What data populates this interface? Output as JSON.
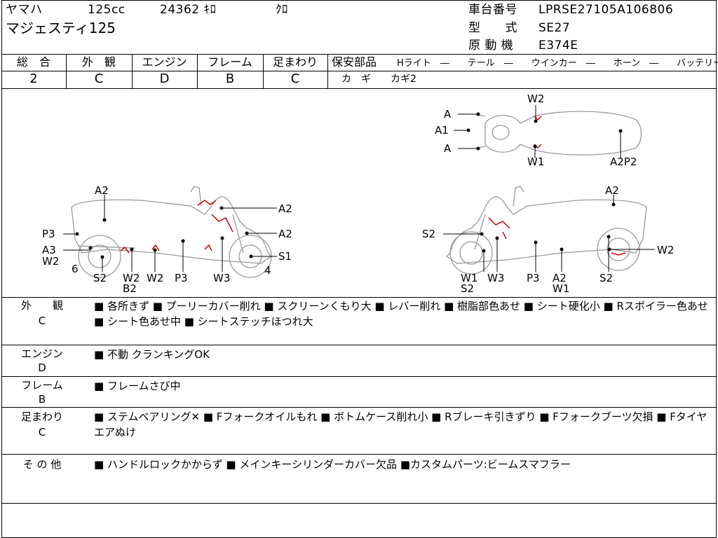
{
  "header": {
    "maker": "ヤマハ",
    "cc": "125cc",
    "mileage": "24362 ｷﾛ",
    "color": "ｸﾛ",
    "model": "マジェスティ125",
    "chassis_label": "車台番号",
    "chassis_value": "LPRSE27105A106806",
    "type_label": "型　　式",
    "type_value": "SE27",
    "engine_label": "原 動 機",
    "engine_value": "E374E"
  },
  "grades": [
    {
      "label": "総　合",
      "value": "2"
    },
    {
      "label": "外　観",
      "value": "C"
    },
    {
      "label": "エンジン",
      "value": "D"
    },
    {
      "label": "フレーム",
      "value": "B"
    },
    {
      "label": "足まわり",
      "value": "C"
    }
  ],
  "safety": {
    "label": "保安部品",
    "items_line": "Hライト　―　　テール　―　　ウインカー　―　　ホーン　―　　バッテリー ✕",
    "key_line": "カ　ギ　　カギ2"
  },
  "diagram_labels": {
    "left": {
      "A2_top": "A2",
      "A2_right1": "A2",
      "A2_right2": "A2",
      "S1": "S1",
      "n4": "4",
      "P3_left": "P3",
      "A3": "A3",
      "W2_left": "W2",
      "n6": "6",
      "S2": "S2",
      "W2_b1": "W2",
      "B2": "B2",
      "W2_b2": "W2",
      "P3_b": "P3",
      "W3": "W3"
    },
    "right": {
      "A2_top": "A2",
      "S2_left": "S2",
      "W2_right": "W2",
      "W1": "W1",
      "S2_b1": "S2",
      "W3": "W3",
      "P3": "P3",
      "A2_b": "A2",
      "W1_b": "W1",
      "S2_b2": "S2"
    },
    "top": {
      "W2": "W2",
      "A_1": "A",
      "A1": "A1",
      "A_2": "A",
      "W1": "W1",
      "A2P2": "A2P2"
    }
  },
  "sections": [
    {
      "label": "外　　観",
      "grade": "C",
      "text": "■ 各所きず ■ プーリーカバー削れ ■ スクリーンくもり大 ■ レバー削れ ■ 樹脂部色あせ ■ シート硬化小 ■ Rスポイラー色あせ ■ シート色あせ中 ■ シートステッチほつれ大"
    },
    {
      "label": "エンジン",
      "grade": "D",
      "text": "■ 不動 クランキングOK"
    },
    {
      "label": "フレーム",
      "grade": "B",
      "text": "■ フレームさび中"
    },
    {
      "label": "足まわり",
      "grade": "C",
      "text": "■ ステムベアリング✕ ■ Fフォークオイルもれ ■ ボトムケース削れ小 ■ Rブレーキ引きずり ■ Fフォークブーツ欠損 ■ Fタイヤエアぬけ"
    },
    {
      "label": "そ の 他",
      "grade": "",
      "text": "■ ハンドルロックかからず ■ メインキーシリンダーカバー欠品 ■カスタムパーツ:ビームスマフラー"
    }
  ]
}
